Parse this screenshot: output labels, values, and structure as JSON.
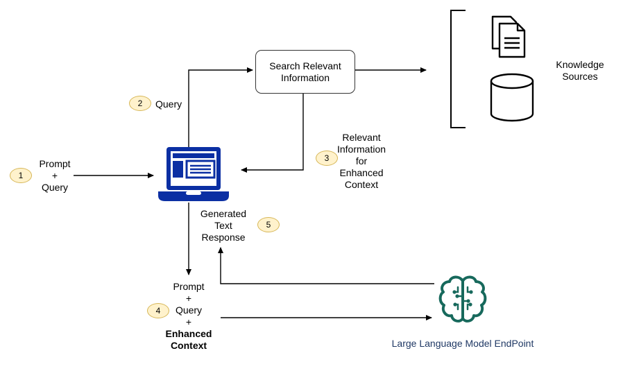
{
  "diagram": {
    "search_box": "Search Relevant\nInformation",
    "knowledge_sources": "Knowledge\nSources",
    "llm_label": "Large Language Model EndPoint",
    "steps": [
      {
        "num": "1",
        "label": "Prompt\n+\nQuery"
      },
      {
        "num": "2",
        "label": "Query"
      },
      {
        "num": "3",
        "label": "Relevant\nInformation\nfor\nEnhanced\nContext"
      },
      {
        "num": "4",
        "label_normal": "Prompt\n+\nQuery\n+",
        "label_bold": "Enhanced\nContext"
      },
      {
        "num": "5",
        "label": "Generated\nText\nResponse"
      }
    ],
    "icons": [
      "laptop-icon",
      "brain-icon",
      "documents-icon",
      "database-icon",
      "bracket"
    ],
    "colors": {
      "badge_fill": "#FFF2CC",
      "badge_border": "#D6B656",
      "laptop_blue": "#0B2FA3",
      "brain_teal": "#17695C",
      "llm_text": "#1F3864",
      "line": "#000000"
    }
  }
}
